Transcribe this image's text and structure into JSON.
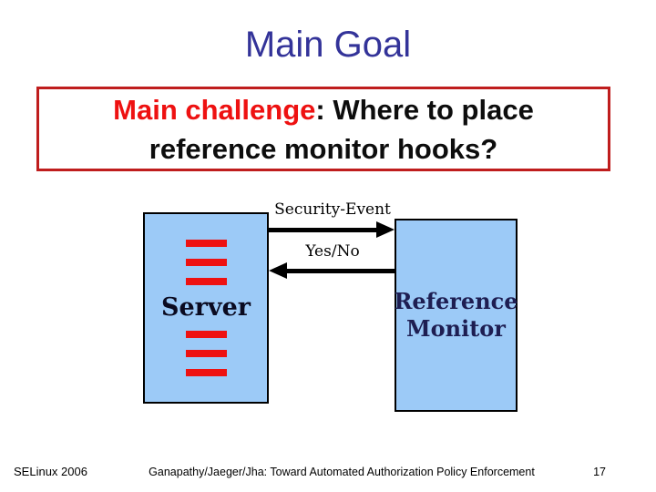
{
  "slide": {
    "title": "Main Goal",
    "challenge": {
      "highlight": "Main challenge",
      "rest": ": Where to place",
      "line2": "reference monitor hooks?"
    },
    "diagram": {
      "server_label": "Server",
      "monitor_label": "Reference Monitor",
      "arrow_right_label": "Security-Event",
      "arrow_left_label": "Yes/No"
    },
    "footer": {
      "venue": "SELinux 2006",
      "credit": "Ganapathy/Jaeger/Jha: Toward Automated Authorization Policy Enforcement",
      "page_number": "17"
    },
    "colors": {
      "title_blue": "#333399",
      "challenge_red": "#ee1111",
      "box_border_red": "#bf1d1d",
      "panel_blue": "#9ccaf7",
      "hook_dash_red": "#ee1111",
      "monitor_label_navy": "#1e1e52",
      "arrow_black": "#000000"
    }
  }
}
